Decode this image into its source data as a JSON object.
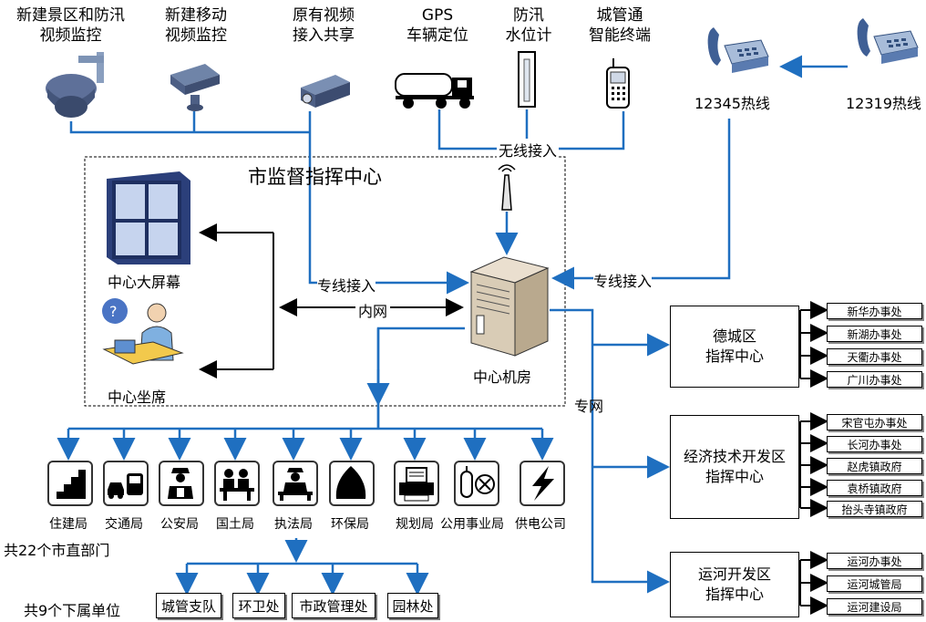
{
  "top_sources": {
    "scenic_monitor": {
      "line1": "新建景区和防汛",
      "line2": "视频监控"
    },
    "mobile_monitor": {
      "line1": "新建移动",
      "line2": "视频监控"
    },
    "existing_video": {
      "line1": "原有视频",
      "line2": "接入共享"
    },
    "gps": {
      "line1": "GPS",
      "line2": "车辆定位"
    },
    "water_level": {
      "line1": "防汛",
      "line2": "水位计"
    },
    "city_terminal": {
      "line1": "城管通",
      "line2": "智能终端"
    }
  },
  "hotlines": {
    "h12345": "12345热线",
    "h12319": "12319热线"
  },
  "center": {
    "title": "市监督指挥中心",
    "big_screen": "中心大屏幕",
    "seat": "中心坐席",
    "machine_room": "中心机房"
  },
  "connections": {
    "wireless": "无线接入",
    "dedicated_left": "专线接入",
    "dedicated_right": "专线接入",
    "intranet": "内网",
    "private_net": "专网"
  },
  "districts": [
    {
      "name_line1": "德城区",
      "name_line2": "指挥中心",
      "offices": [
        "新华办事处",
        "新湖办事处",
        "天衢办事处",
        "广川办事处"
      ]
    },
    {
      "name_line1": "经济技术开发区",
      "name_line2": "指挥中心",
      "offices": [
        "宋官屯办事处",
        "长河办事处",
        "赵虎镇政府",
        "袁桥镇政府",
        "抬头寺镇政府"
      ]
    },
    {
      "name_line1": "运河开发区",
      "name_line2": "指挥中心",
      "offices": [
        "运河办事处",
        "运河城管局",
        "运河建设局"
      ]
    }
  ],
  "departments": [
    {
      "label": "住建局",
      "icon": "stairs-icon"
    },
    {
      "label": "交通局",
      "icon": "car-bus-icon"
    },
    {
      "label": "公安局",
      "icon": "police-icon"
    },
    {
      "label": "国土局",
      "icon": "land-office-icon"
    },
    {
      "label": "执法局",
      "icon": "law-enforcement-icon"
    },
    {
      "label": "环保局",
      "icon": "environment-icon"
    },
    {
      "label": "规划局",
      "icon": "planning-printer-icon"
    },
    {
      "label": "公用事业局",
      "icon": "utility-icon"
    },
    {
      "label": "供电公司",
      "icon": "lightning-icon"
    }
  ],
  "dept_count_note": "共22个市直部门",
  "sub_units_note": "共9个下属单位",
  "sub_units": [
    "城管支队",
    "环卫处",
    "市政管理处",
    "园林处"
  ],
  "colors": {
    "line_blue": "#1f6fc0",
    "arrow_black": "#000000",
    "border_dark": "#333333"
  }
}
